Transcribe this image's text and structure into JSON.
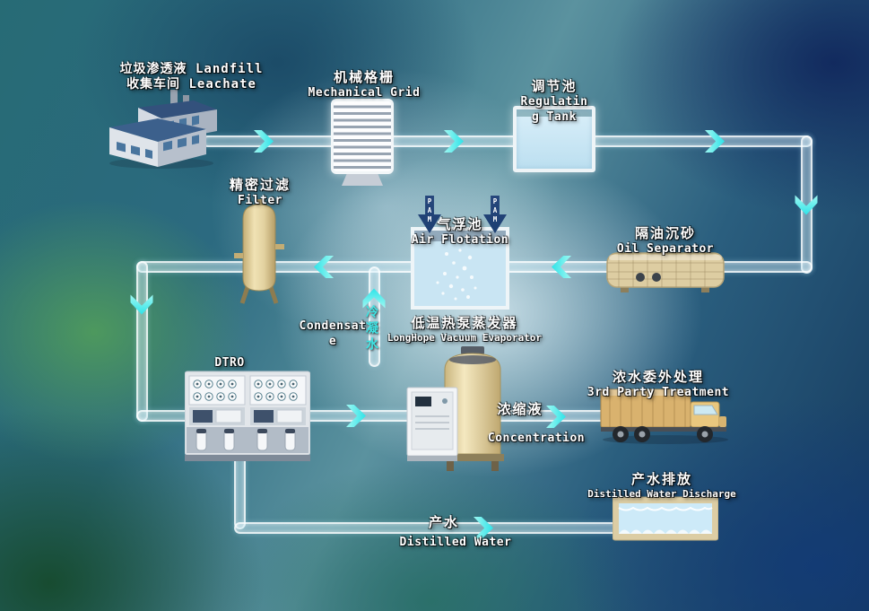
{
  "colors": {
    "arrow": "#2fe3e8",
    "arrow_light": "#9ff8f2",
    "pipe_fill": "rgba(205,236,248,0.42)",
    "pipe_border": "rgba(255,255,255,0.78)",
    "label_text": "#ffffff",
    "condensate_text": "#3fe3e3",
    "pam_arrow": "#1d3f72"
  },
  "nodes": {
    "collection": {
      "line1": "垃圾渗透液 Landfill",
      "line2": "收集车间 Leachate"
    },
    "mechanical_grid": {
      "zh": "机械格栅",
      "en": "Mechanical Grid"
    },
    "regulating_tank": {
      "zh": "调节池",
      "en_line1": "Regulatin",
      "en_line2": "g Tank"
    },
    "oil_separator": {
      "zh": "隔油沉砂",
      "en": "Oil Separator"
    },
    "air_flotation": {
      "zh": "气浮池",
      "en": "Air Flotation",
      "dosing": "PAM"
    },
    "filter": {
      "zh": "精密过滤",
      "en": "Filter"
    },
    "dtro": {
      "name": "DTRO"
    },
    "evaporator": {
      "zh": "低温热泵蒸发器",
      "en": "LongHope Vacuum Evaporator"
    },
    "third_party": {
      "zh": "浓水委外处理",
      "en": "3rd Party Treatment"
    },
    "discharge": {
      "zh": "产水排放",
      "en": "Distilled Water Discharge"
    }
  },
  "streams": {
    "concentrate": {
      "zh": "浓缩液",
      "en": "Concentration"
    },
    "condensate": {
      "en_line1": "Condensat",
      "en_line2": "e",
      "zh": "冷凝水"
    },
    "product_water": {
      "zh": "产水",
      "en": "Distilled Water"
    }
  }
}
